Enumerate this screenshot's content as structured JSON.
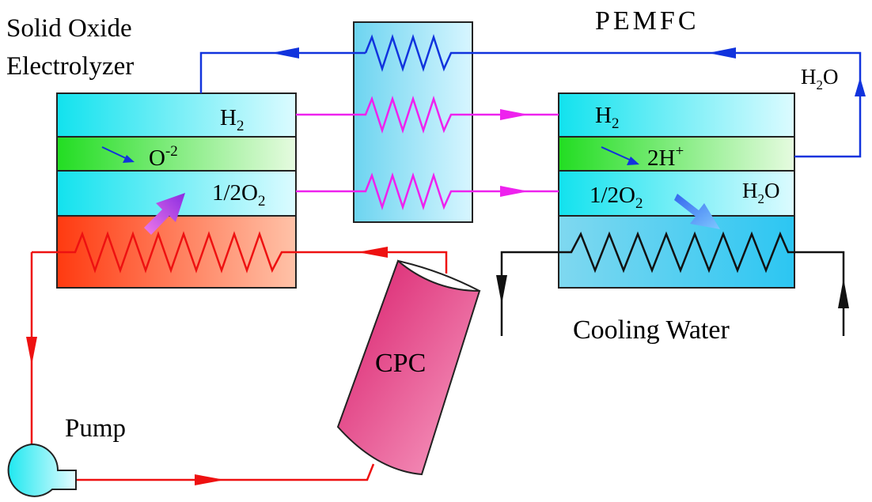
{
  "labels": {
    "soe_line1": "Solid Oxide",
    "soe_line2": "Electrolyzer",
    "pemfc": "PEMFC",
    "h2o_top_main": "H",
    "h2o_top_sub": "2",
    "h2o_top_end": "O",
    "soe_h2_main": "H",
    "soe_h2_sub": "2",
    "soe_ion_main": "O",
    "soe_ion_sup": "-2",
    "soe_o2_main": "1/2O",
    "soe_o2_sub": "2",
    "pem_h2_main": "H",
    "pem_h2_sub": "2",
    "pem_ion_main": "2H",
    "pem_ion_sup": "+",
    "pem_o2_main": "1/2O",
    "pem_o2_sub": "2",
    "pem_h2o_main": "H",
    "pem_h2o_sub": "2",
    "pem_h2o_end": "O",
    "cooling_water": "Cooling Water",
    "cpc": "CPC",
    "pump": "Pump"
  },
  "colors": {
    "red_loop": "#ee1111",
    "blue_loop": "#1133dd",
    "magenta_line": "#ee22ee",
    "cooling_line": "#111111",
    "cyan_layer": "#22e6f0",
    "green_layer": "#33dd33",
    "cpc_fill": "#e0307a"
  }
}
